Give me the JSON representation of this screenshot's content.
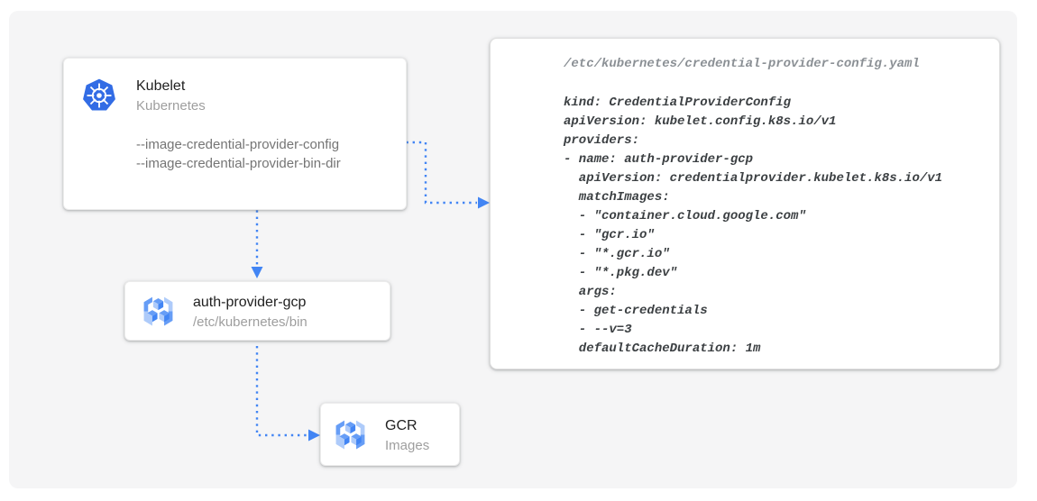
{
  "colors": {
    "connector_blue": "#4285f4",
    "kubernetes_blue": "#326ce5",
    "gcr_blue_dark": "#4285f4",
    "gcr_blue_mid": "#669df6",
    "gcr_blue_light": "#aecbfa",
    "canvas_gray": "#f5f5f6"
  },
  "icons": {
    "kubelet": "kubernetes-icon",
    "auth_provider": "gcr-icon",
    "gcr": "gcr-icon"
  },
  "nodes": {
    "kubelet": {
      "title": "Kubelet",
      "subtitle": "Kubernetes",
      "flags": [
        "--image-credential-provider-config",
        "--image-credential-provider-bin-dir"
      ]
    },
    "auth_provider": {
      "title": "auth-provider-gcp",
      "subtitle": "/etc/kubernetes/bin"
    },
    "gcr": {
      "title": "GCR",
      "subtitle": "Images"
    }
  },
  "code_panel": {
    "title": "/etc/kubernetes/credential-provider-config.yaml",
    "lines": [
      "kind: CredentialProviderConfig",
      "apiVersion: kubelet.config.k8s.io/v1",
      "providers:",
      "- name: auth-provider-gcp",
      "  apiVersion: credentialprovider.kubelet.k8s.io/v1",
      "  matchImages:",
      "  - \"container.cloud.google.com\"",
      "  - \"gcr.io\"",
      "  - \"*.gcr.io\"",
      "  - \"*.pkg.dev\"",
      "  args:",
      "  - get-credentials",
      "  - --v=3",
      "  defaultCacheDuration: 1m"
    ]
  }
}
